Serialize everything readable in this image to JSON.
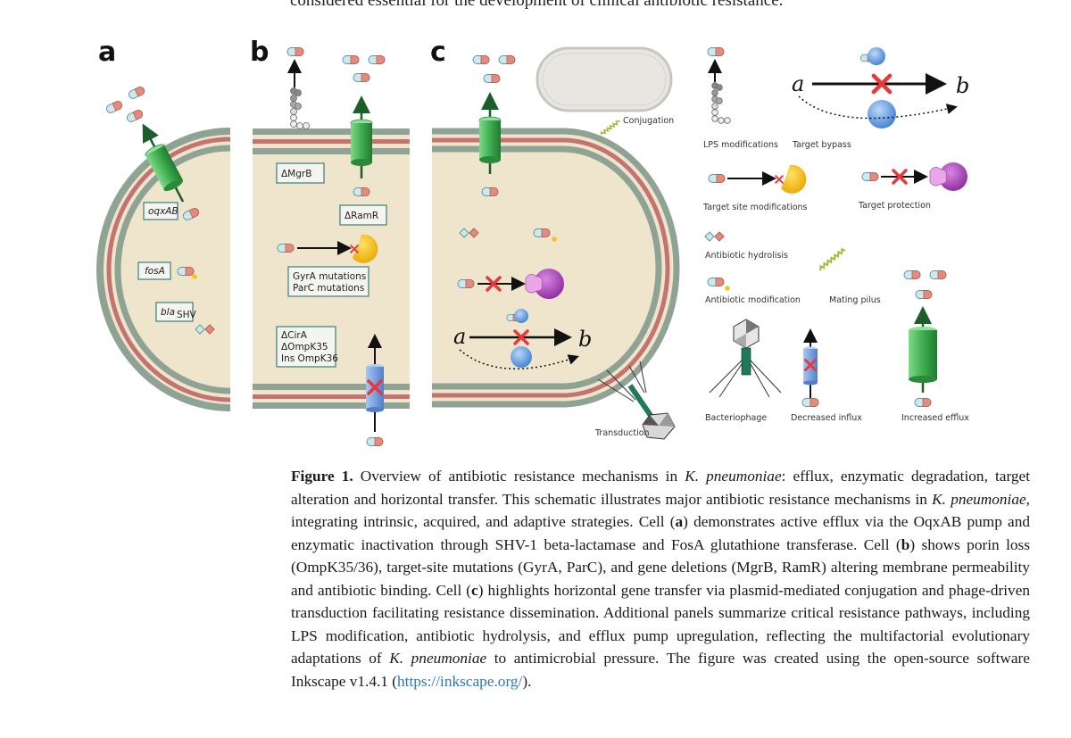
{
  "page": {
    "top_text": "considered essential for the development of clinical antibiotic resistance."
  },
  "figure": {
    "panel_letters": [
      "a",
      "b",
      "c"
    ],
    "panel_a": {
      "genes": [
        "oqxAB",
        "fosA",
        "bla",
        "SHV"
      ]
    },
    "panel_b": {
      "boxes": [
        "ΔMgrB",
        "ΔRamR",
        "GyrA mutations",
        "ParC mutations",
        "ΔCirA",
        "ΔOmpK35",
        "Ins OmpK36"
      ]
    },
    "panel_c": {
      "labels": [
        "Conjugation",
        "Transduction"
      ],
      "bypass_a": "a",
      "bypass_b": "b"
    },
    "legend": {
      "items": [
        "LPS modifications",
        "Target bypass",
        "Target site modifications",
        "Target protection",
        "Antibiotic hydrolisis",
        "Antibiotic modification",
        "Mating pilus",
        "Bacteriophage",
        "Decreased influx",
        "Increased efflux"
      ],
      "bypass_a": "a",
      "bypass_b": "b"
    },
    "colors": {
      "cytoplasm": "#efe4cc",
      "membrane_outer": "#8fa394",
      "membrane_inner": "#c47370",
      "pump_green": "#3fae4f",
      "porin_blue": "#6f9ad8",
      "target_yellow": "#f5c518",
      "protection_purple": "#b14fc1",
      "x_red": "#e8383b",
      "pill_blue": "#cfe8ee",
      "pill_red": "#e58a7c",
      "pilus_green": "#a8b83a"
    }
  },
  "caption": {
    "label": "Figure 1.",
    "s1": " Overview of antibiotic resistance mechanisms in ",
    "species": "K. pneumoniae",
    "s2": ": efflux, enzymatic degradation, target alteration and horizontal transfer. This schematic illustrates major antibiotic resistance mechanisms in ",
    "s3": ", integrating intrinsic, acquired, and adaptive strategies. Cell (",
    "cell_a": "a",
    "s4": ") demonstrates active efflux via the OqxAB pump and enzymatic inactivation through SHV-1 beta-lactamase and FosA glutathione transferase. Cell (",
    "cell_b": "b",
    "s5": ") shows porin loss (OmpK35/36), target-site mutations (GyrA, ParC), and gene deletions (MgrB, RamR) altering membrane permeability and antibiotic binding. Cell (",
    "cell_c": "c",
    "s6": ") highlights horizontal gene transfer via plasmid-mediated conjugation and phage-driven transduction facilitating resistance dissemination. Additional panels summarize critical resistance pathways, including LPS modification, antibiotic hydrolysis, and efflux pump upregulation, reflecting the multifactorial evolutionary adaptations of ",
    "s7": " to antimicrobial pressure. The figure was created using the open-source software Inkscape v1.4.1 (",
    "link": "https://inkscape.org/",
    "s8": ")."
  }
}
